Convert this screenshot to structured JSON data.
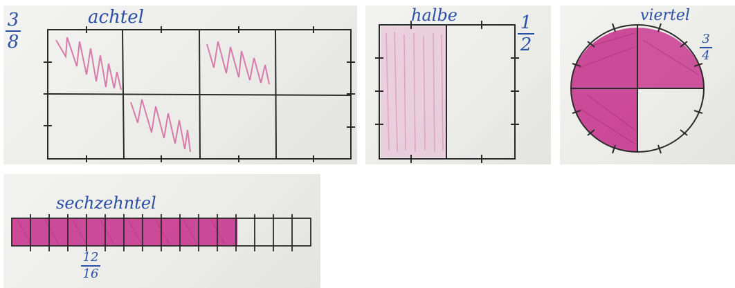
{
  "photos": {
    "achtel": {
      "label": "achtel",
      "fraction": {
        "numerator": "3",
        "denominator": "8"
      },
      "shaded_parts": 3,
      "total_parts": 8
    },
    "halbe": {
      "label": "halbe",
      "fraction": {
        "numerator": "1",
        "denominator": "2"
      },
      "shaded_parts": 1,
      "total_parts": 2
    },
    "viertel": {
      "label": "viertel",
      "fraction": {
        "numerator": "3",
        "denominator": "4"
      },
      "shaded_parts": 3,
      "total_parts": 4
    },
    "sechzehntel": {
      "label": "sechzehntel",
      "fraction": {
        "numerator": "12",
        "denominator": "16"
      },
      "shaded_parts": 12,
      "total_parts": 16
    }
  },
  "colors": {
    "ink": "#2b4fa3",
    "shading_strong": "#c8388f",
    "shading_light": "#e6a8c9",
    "pencil": "#2a2a2a"
  }
}
